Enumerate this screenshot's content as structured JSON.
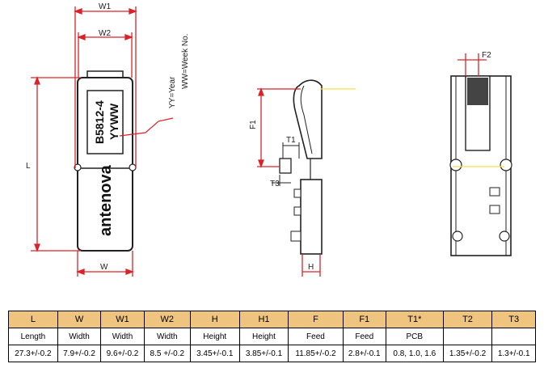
{
  "drawing": {
    "dims": {
      "w1": "W1",
      "w2": "W2",
      "l": "L",
      "w": "W",
      "f1": "F1",
      "t1": "T1",
      "t3": "T3",
      "h": "H",
      "f2": "F2"
    },
    "part_marking": {
      "line1": "B5812-4",
      "line2": "YYWW"
    },
    "brand": "antenova",
    "notes": {
      "year": "YY=Year",
      "week": "WW=Week No."
    },
    "colors": {
      "dimension": "#d9232a",
      "leader": "#f2e24a",
      "body": "#222222",
      "header": "#efc47e"
    }
  },
  "table": {
    "headers": [
      "L",
      "W",
      "W1",
      "W2",
      "H",
      "H1",
      "F",
      "F1",
      "T1*",
      "T2",
      "T3"
    ],
    "descriptions": [
      "Length",
      "Width",
      "Width",
      "Width",
      "Height",
      "Height",
      "Feed",
      "Feed",
      "PCB",
      "",
      ""
    ],
    "values": [
      "27.3+/-0.2",
      "7.9+/-0.2",
      "9.6+/-0.2",
      "8.5 +/-0.2",
      "3.45+/-0.1",
      "3.85+/-0.1",
      "11.85+/-0.2",
      "2.8+/-0.1",
      "0.8, 1.0, 1.6",
      "1.35+/-0.2",
      "1.3+/-0.1"
    ]
  }
}
